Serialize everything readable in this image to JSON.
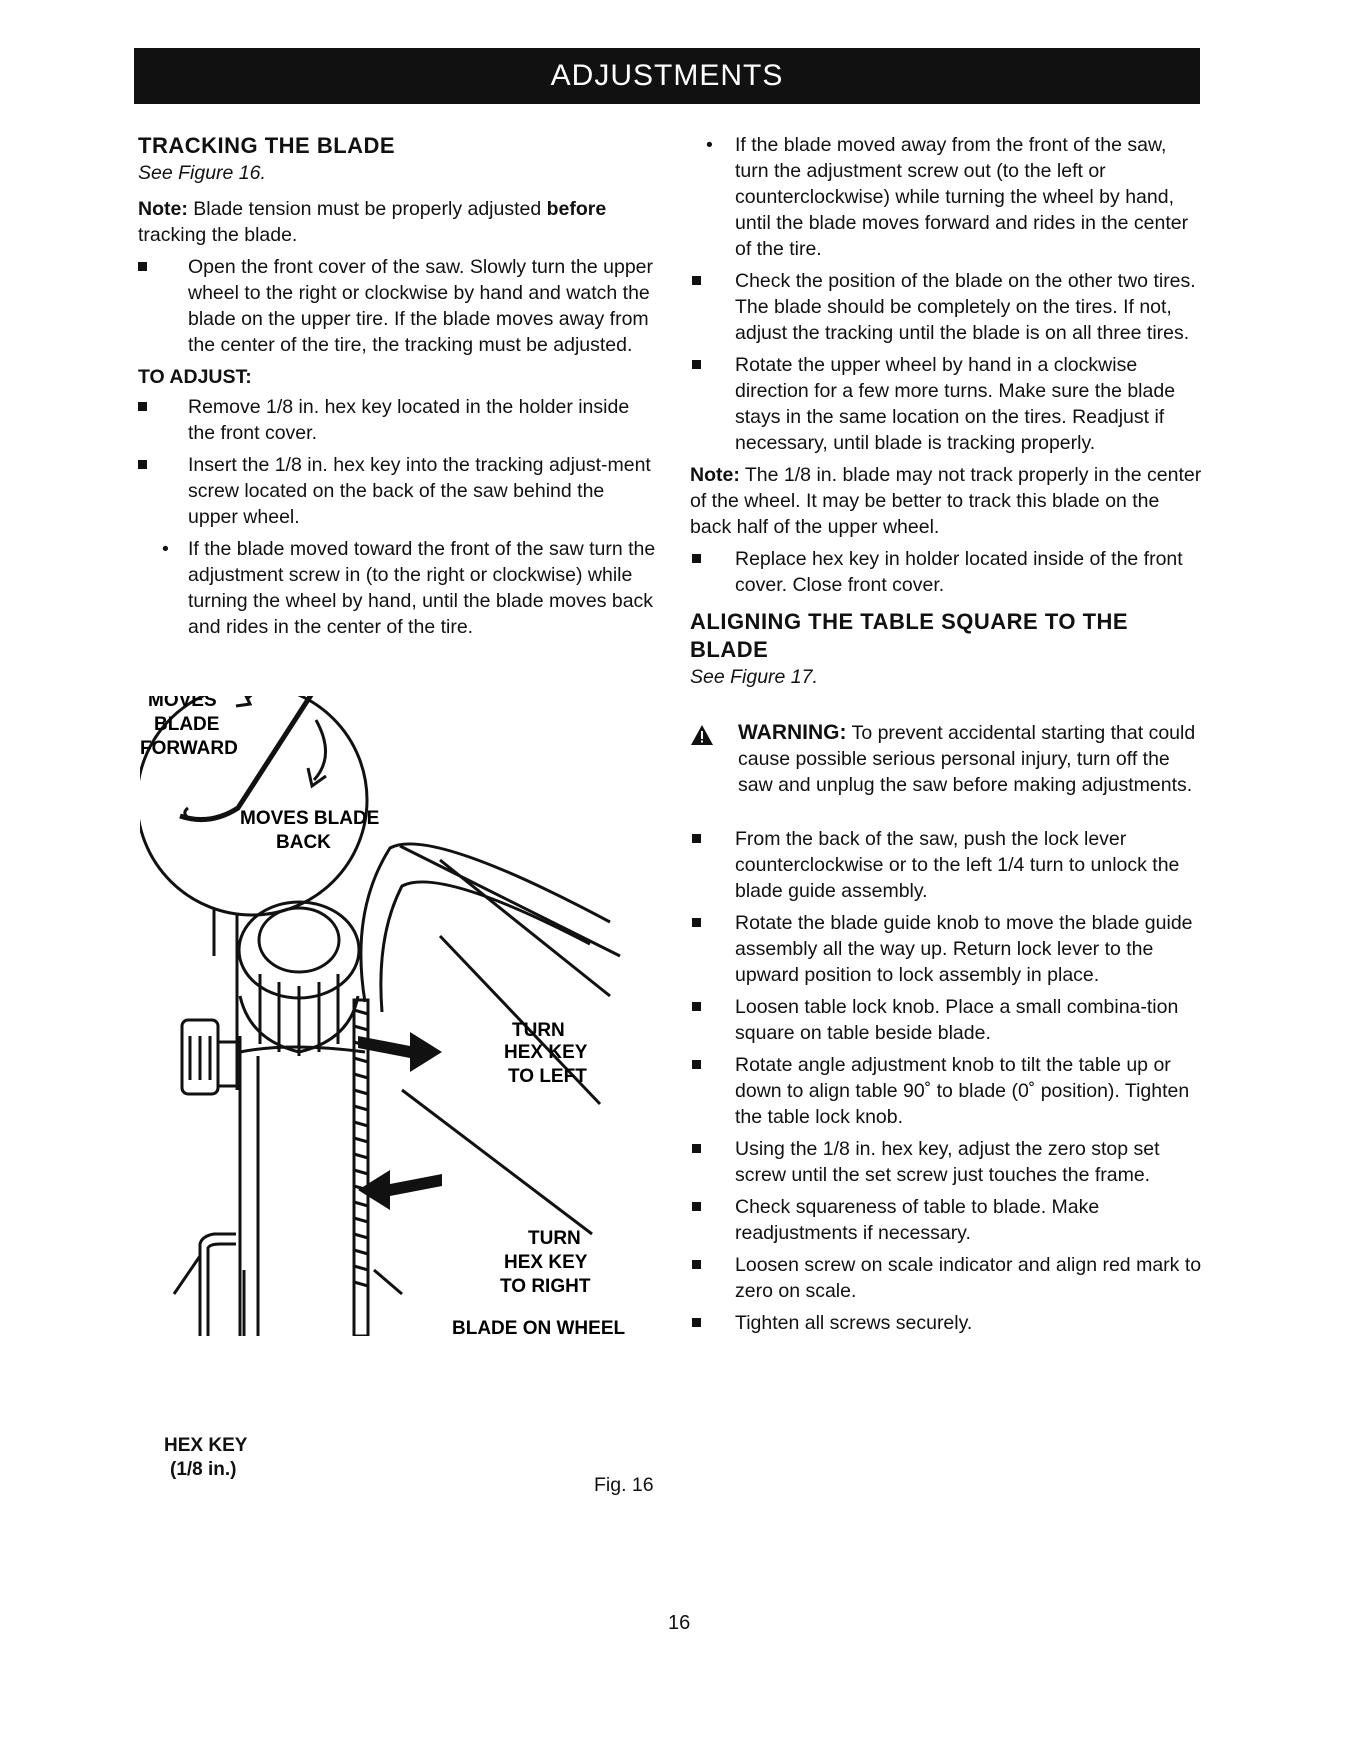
{
  "header": {
    "title": "ADJUSTMENTS"
  },
  "left": {
    "title": "TRACKING THE BLADE",
    "see": "See Figure 16.",
    "note_label": "Note:",
    "note_text_a": " Blade tension must be properly adjusted ",
    "note_bold": "before",
    "note_text_b": " tracking the blade.",
    "bullet1": "Open the front cover of the saw. Slowly turn the upper wheel to the right or clockwise by hand and watch the blade on the upper tire. If the blade moves away from the center of the tire, the tracking must be adjusted.",
    "to_adjust": "TO ADJUST:",
    "bullet2": "Remove 1/8 in. hex key located in the holder inside the front cover.",
    "bullet3": "Insert the 1/8 in. hex key into the tracking adjust-ment screw located on the back of the saw behind the upper wheel.",
    "sub1": "If the blade moved toward the front of the saw turn the adjustment screw in (to the right or clockwise) while turning the wheel by hand, until the blade moves back and rides in the center of the tire."
  },
  "right": {
    "sub2": "If the blade moved away from the front of the saw, turn the adjustment screw out (to the left or counterclockwise) while turning the wheel by hand, until the blade moves forward and rides in the center of the tire.",
    "bullet4": "Check the position of the blade on the other two tires. The blade should be completely on the tires. If not, adjust the tracking until the blade is on all three tires.",
    "bullet5": "Rotate the upper wheel by hand in a clockwise direction for a few more turns. Make sure the blade stays in the same location on the tires. Readjust if necessary, until blade is tracking properly.",
    "note2_label": "Note:",
    "note2_text": " The 1/8 in. blade may not track properly in the center of the wheel. It may be better to track this blade on the back half of the upper wheel.",
    "bullet6": "Replace hex key in holder located inside of the front cover. Close front cover.",
    "title2": "ALIGNING THE TABLE SQUARE TO THE BLADE",
    "see2": "See Figure 17.",
    "warning_label": "WARNING:",
    "warning_text": " To prevent accidental starting that could cause possible serious personal injury, turn off the saw and unplug the saw before making adjustments.",
    "steps": [
      "From the back of the saw, push the lock lever counterclockwise or to the left 1/4 turn to unlock the blade guide assembly.",
      "Rotate the blade guide knob to move the blade guide assembly all the way up. Return lock lever to the upward position to lock assembly in place.",
      "Loosen table lock knob. Place a small combina-tion square on table beside blade.",
      "Rotate angle adjustment knob to tilt the table up or down to align table 90˚ to blade (0˚ position). Tighten the table lock knob.",
      "Using the 1/8 in. hex key, adjust the zero stop set screw until the set screw just touches the frame.",
      "Check squareness of table to blade. Make readjustments if necessary.",
      "Loosen screw on scale indicator and align red mark to zero on scale.",
      "Tighten all screws securely."
    ]
  },
  "figure": {
    "moves_a": "MOVES",
    "moves_b": "BLADE",
    "moves_c": "FORWARD",
    "back_a": "MOVES BLADE",
    "back_b": "BACK",
    "left_a": "TURN",
    "left_b": "HEX KEY",
    "left_c": "TO LEFT",
    "right_a": "TURN",
    "right_b": "HEX KEY",
    "right_c": "TO RIGHT",
    "blade_on_wheel": "BLADE ON WHEEL",
    "hexkey_a": "HEX KEY",
    "hexkey_b": "(1/8 in.)",
    "label": "Fig. 16"
  },
  "page_number": "16"
}
